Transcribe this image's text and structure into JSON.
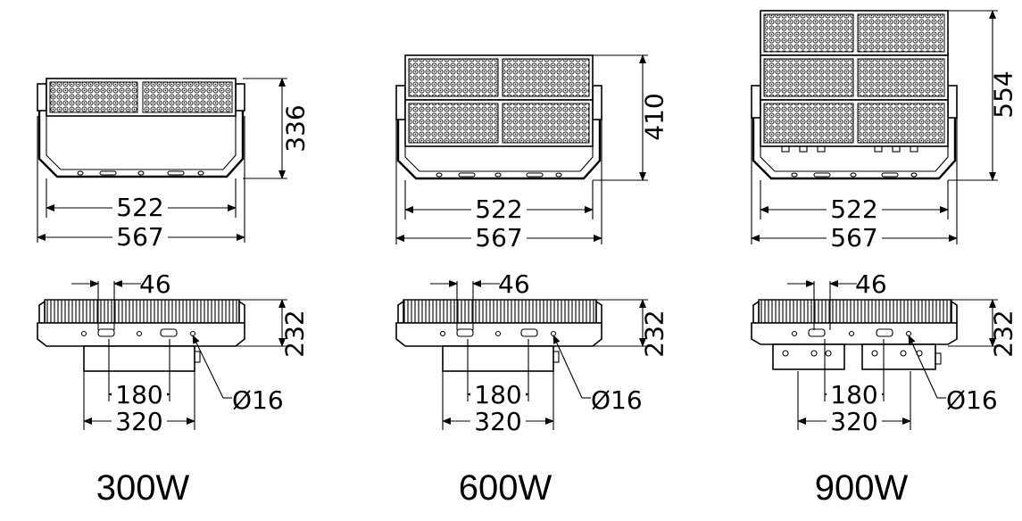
{
  "models": [
    {
      "label": "300W",
      "front": {
        "height": "336",
        "inner_width": "522",
        "outer_width": "567"
      },
      "side": {
        "bracket_gap": "46",
        "height": "232",
        "hole_spacing": "180",
        "mount_width": "320",
        "hole_dia": "Ø16"
      }
    },
    {
      "label": "600W",
      "front": {
        "height": "410",
        "inner_width": "522",
        "outer_width": "567"
      },
      "side": {
        "bracket_gap": "46",
        "height": "232",
        "hole_spacing": "180",
        "mount_width": "320",
        "hole_dia": "Ø16"
      }
    },
    {
      "label": "900W",
      "front": {
        "height": "554",
        "inner_width": "522",
        "outer_width": "567"
      },
      "side": {
        "bracket_gap": "46",
        "height": "232",
        "hole_spacing": "180",
        "mount_width": "320",
        "hole_dia": "Ø16"
      }
    }
  ],
  "colors": {
    "line": "#000000",
    "background": "#ffffff"
  }
}
